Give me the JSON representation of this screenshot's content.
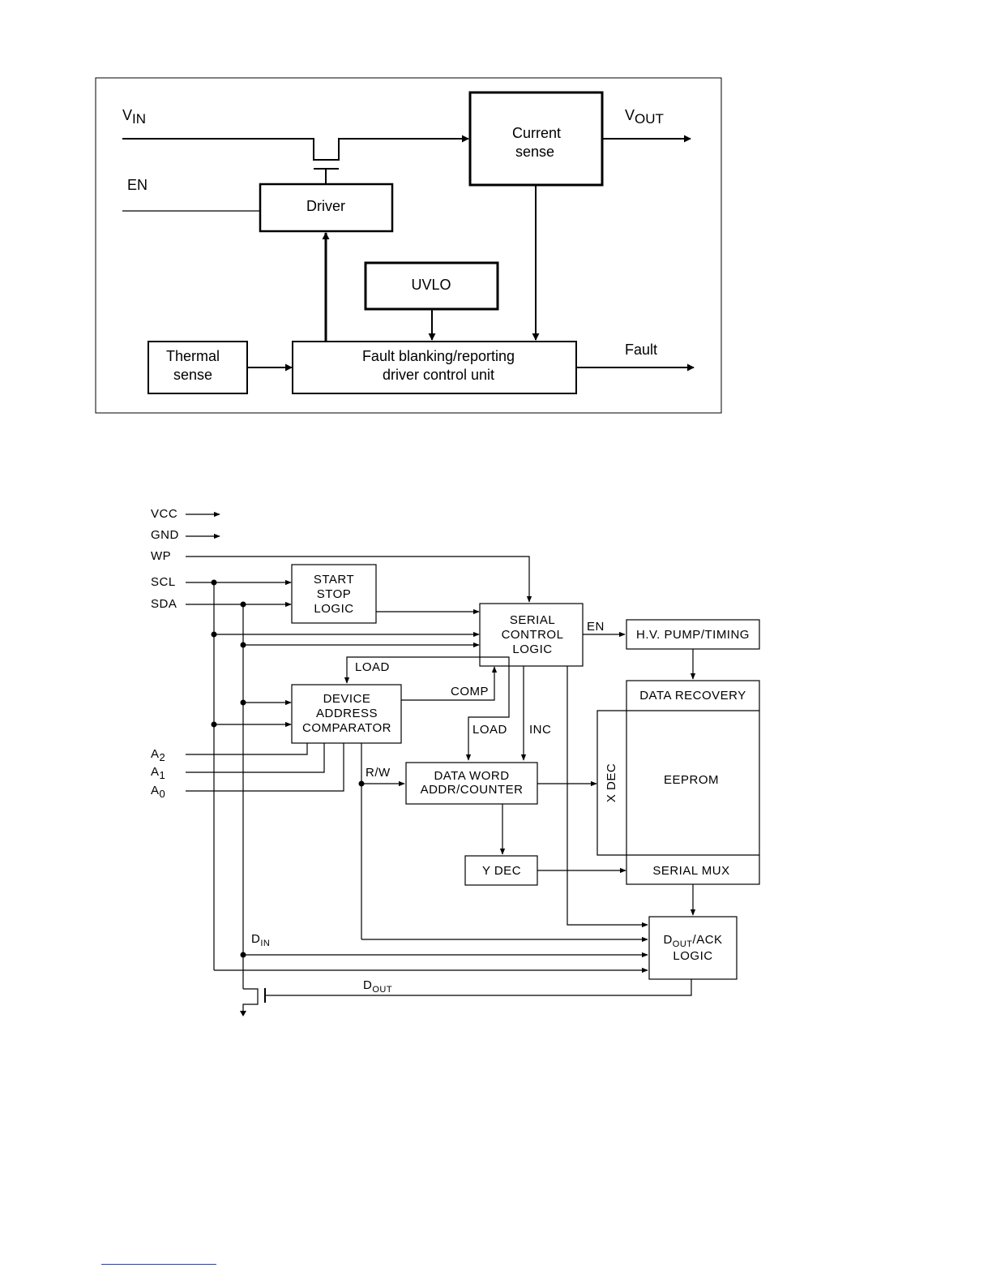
{
  "diagram1": {
    "vin": {
      "main": "V",
      "sub": "IN"
    },
    "vout": {
      "main": "V",
      "sub": "OUT"
    },
    "en": "EN",
    "fault": "Fault",
    "current_sense": [
      "Current",
      "sense"
    ],
    "driver": "Driver",
    "uvlo": "UVLO",
    "thermal_sense": [
      "Thermal",
      "sense"
    ],
    "fault_unit": [
      "Fault blanking/reporting",
      "driver control unit"
    ]
  },
  "diagram2": {
    "pins": {
      "vcc": "VCC",
      "gnd": "GND",
      "wp": "WP",
      "scl": "SCL",
      "sda": "SDA",
      "a2": {
        "main": "A",
        "sub": "2"
      },
      "a1": {
        "main": "A",
        "sub": "1"
      },
      "a0": {
        "main": "A",
        "sub": "0"
      }
    },
    "blocks": {
      "start_stop": [
        "START",
        "STOP",
        "LOGIC"
      ],
      "serial_control": [
        "SERIAL",
        "CONTROL",
        "LOGIC"
      ],
      "hv_pump": "H.V. PUMP/TIMING",
      "device_address": [
        "DEVICE",
        "ADDRESS",
        "COMPARATOR"
      ],
      "data_recovery": "DATA RECOVERY",
      "eeprom": "EEPROM",
      "x_dec": "X DEC",
      "data_word": [
        "DATA WORD",
        "ADDR/COUNTER"
      ],
      "y_dec": "Y DEC",
      "serial_mux": "SERIAL MUX",
      "dout_ack": {
        "main": "D",
        "sub": "OUT",
        "rest": "/ACK",
        "line2": "LOGIC"
      }
    },
    "signals": {
      "en": "EN",
      "load1": "LOAD",
      "comp": "COMP",
      "load2": "LOAD",
      "inc": "INC",
      "rw": "R/W",
      "din": {
        "main": "D",
        "sub": "IN"
      },
      "dout": {
        "main": "D",
        "sub": "OUT"
      }
    }
  }
}
